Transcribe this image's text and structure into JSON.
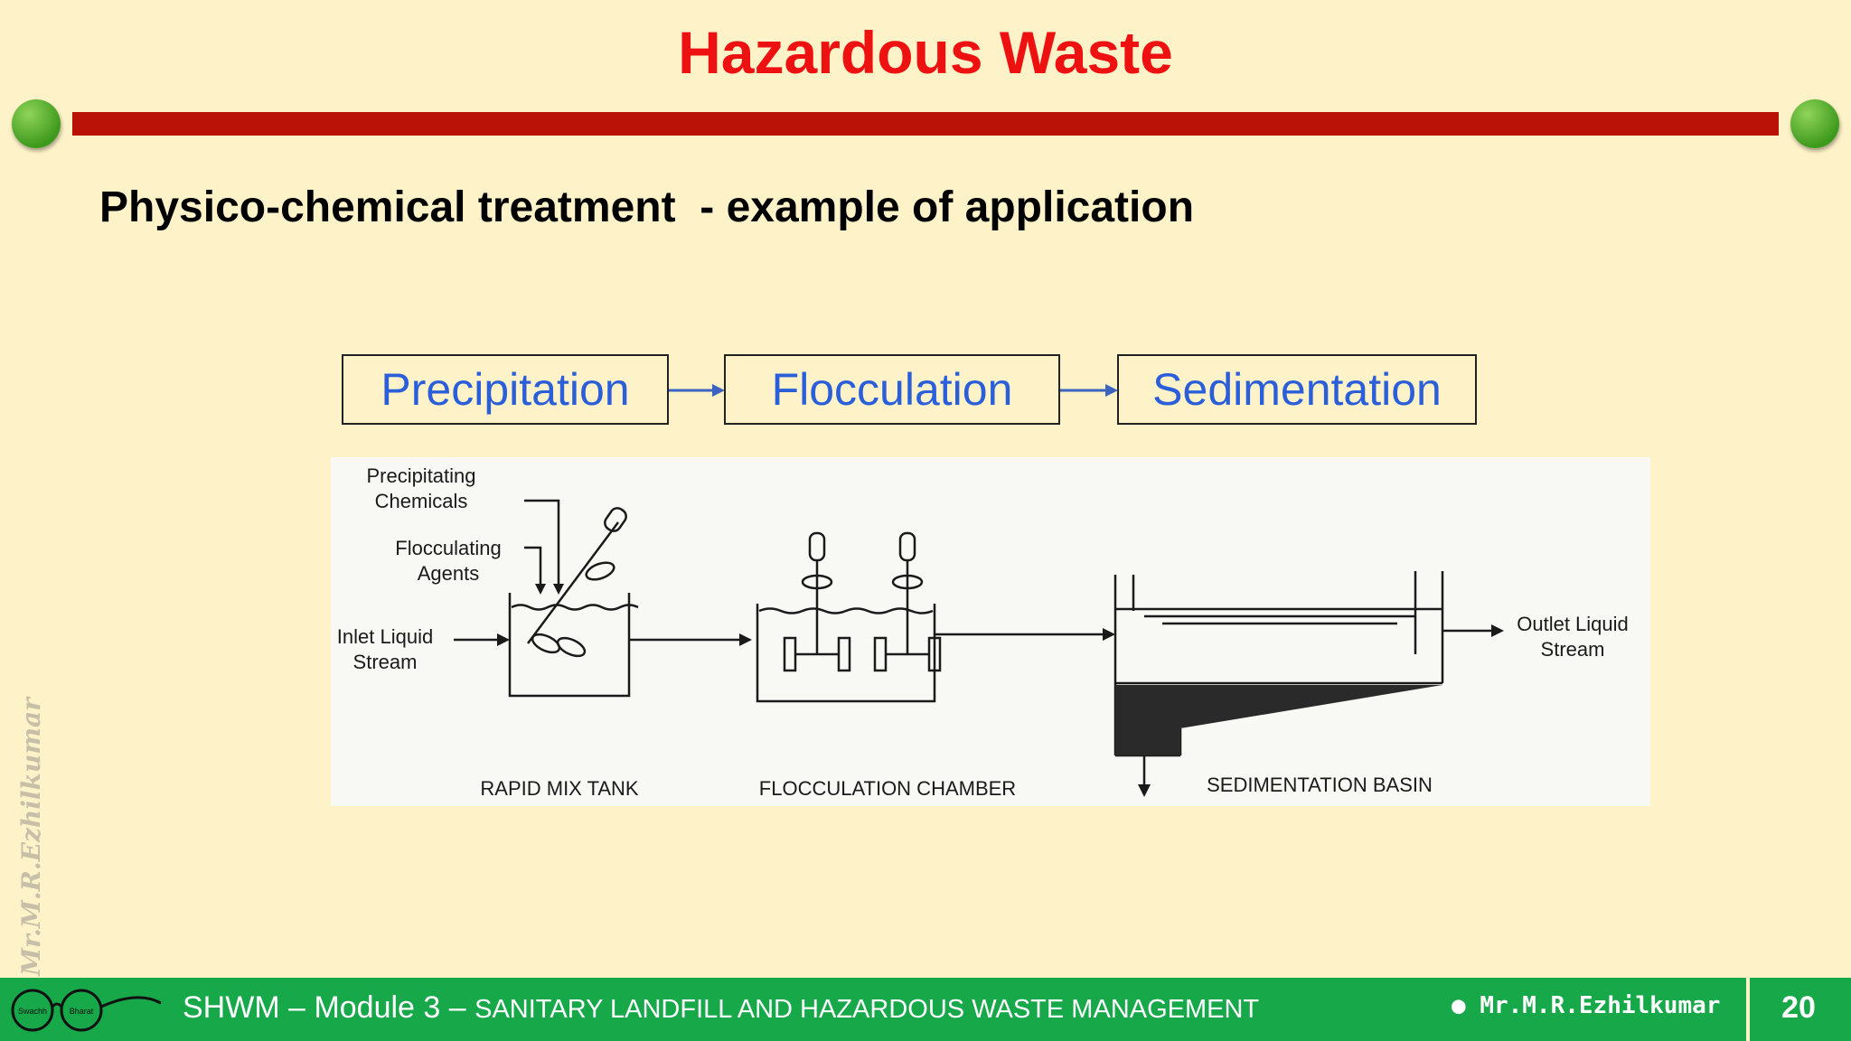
{
  "slide": {
    "title": "Hazardous Waste",
    "subtitle": "Physico-chemical treatment  - example of application",
    "steps": [
      "Precipitation",
      "Flocculation",
      "Sedimentation"
    ]
  },
  "diagram": {
    "precipitating_chemicals": [
      "Precipitating",
      "Chemicals"
    ],
    "flocculating_agents": [
      "Flocculating",
      "Agents"
    ],
    "inlet": [
      "Inlet Liquid",
      "Stream"
    ],
    "outlet": [
      "Outlet Liquid",
      "Stream"
    ],
    "rapid_mix_tank": "RAPID MIX TANK",
    "flocculation_chamber": "FLOCCULATION CHAMBER",
    "sedimentation_basin": "SEDIMENTATION BASIN"
  },
  "watermark": "Mr.M.R.Ezhilkumar",
  "footer": {
    "prefix": "SHWM – Module 3 – ",
    "course": "SANITARY LANDFILL AND HAZARDOUS WASTE MANAGEMENT",
    "author": "Mr.M.R.Ezhilkumar",
    "page_number": "20",
    "logo_text": [
      "Swachh",
      "Bharat"
    ]
  },
  "colors": {
    "background": "#fdf2c8",
    "title": "#ee1111",
    "title_bar": "#bb1208",
    "step_text": "#2b5fd9",
    "footer": "#17a84a"
  }
}
